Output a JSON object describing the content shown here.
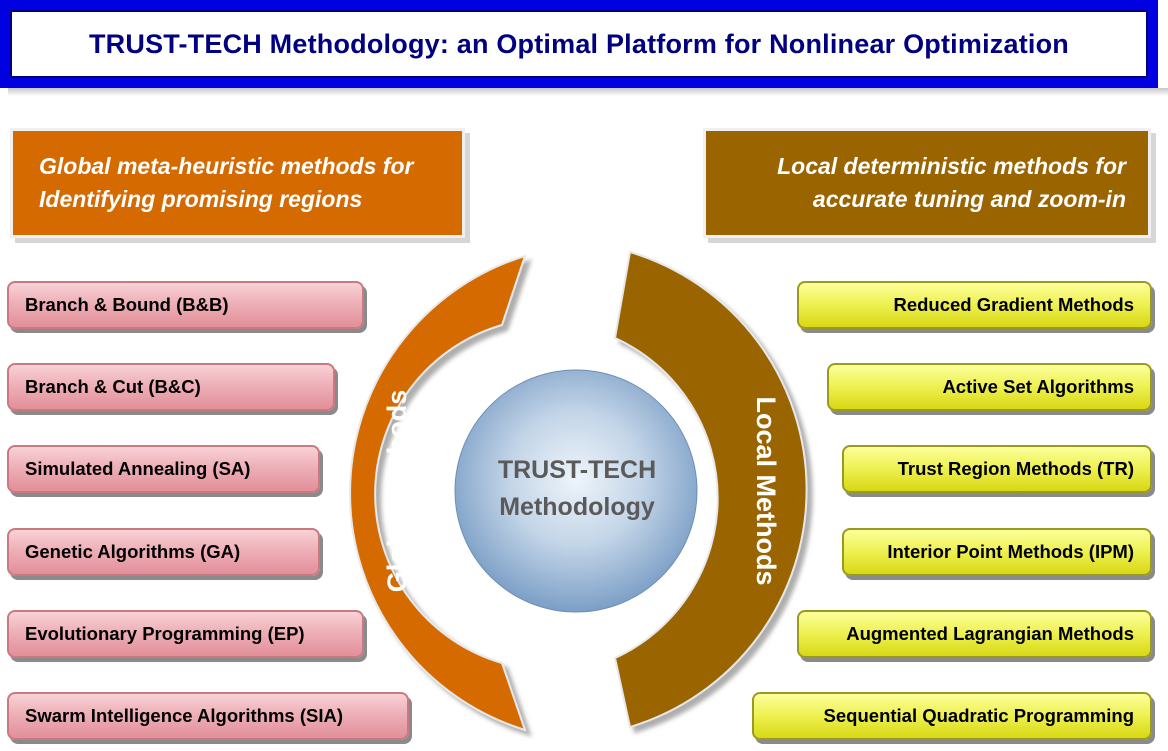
{
  "title": "TRUST-TECH Methodology: an Optimal Platform for Nonlinear Optimization",
  "headers": {
    "global": [
      "Global meta-heuristic methods for",
      "Identifying promising regions"
    ],
    "local": [
      "Local deterministic methods for",
      "accurate tuning and zoom-in"
    ]
  },
  "arcs": {
    "global": "Global Methods",
    "local": "Local Methods"
  },
  "center": [
    "TRUST-TECH",
    "Methodology"
  ],
  "global_methods": [
    "Branch & Bound (B&B)",
    "Branch & Cut (B&C)",
    "Simulated Annealing (SA)",
    "Genetic Algorithms (GA)",
    "Evolutionary Programming (EP)",
    "Swarm Intelligence Algorithms (SIA)"
  ],
  "local_methods": [
    "Reduced Gradient Methods",
    "Active Set Algorithms",
    "Trust Region Methods (TR)",
    "Interior Point Methods (IPM)",
    "Augmented Lagrangian Methods",
    "Sequential Quadratic Programming"
  ],
  "colors": {
    "title_border": "#0000e0",
    "title_text": "#000080",
    "global_orange": "#d46a00",
    "local_brown": "#9a6500",
    "pill_pink": "#eeb0b8",
    "pill_yellow": "#eef050",
    "sphere": "#9fbbd8"
  }
}
